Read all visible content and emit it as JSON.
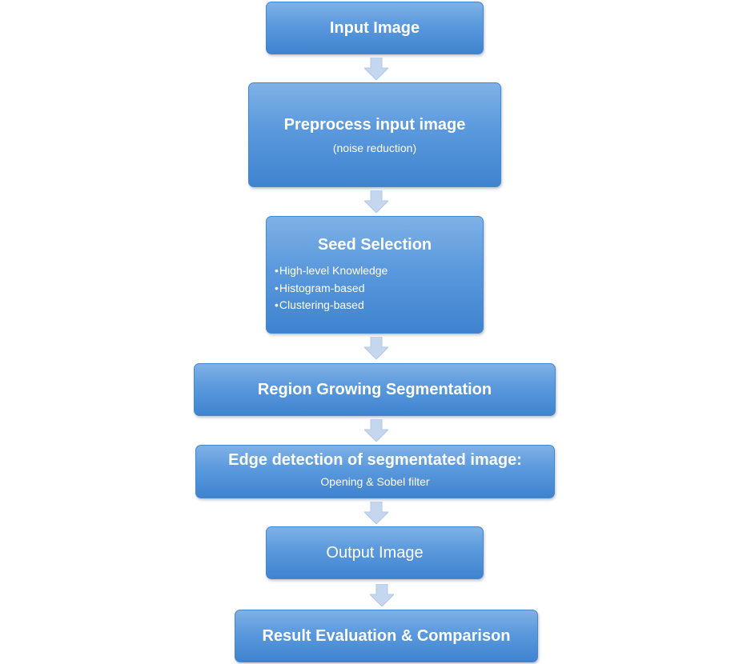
{
  "flowchart": {
    "steps": [
      {
        "title": "Input Image"
      },
      {
        "title": "Preprocess input image",
        "subtitle": "(noise reduction)"
      },
      {
        "title": "Seed Selection",
        "bullets": [
          "High-level Knowledge",
          "Histogram-based",
          "Clustering-based"
        ]
      },
      {
        "title": "Region Growing Segmentation"
      },
      {
        "title": "Edge detection of segmentated image:",
        "subtitle": "Opening & Sobel filter"
      },
      {
        "title": "Output Image"
      },
      {
        "title": "Result Evaluation & Comparison"
      }
    ],
    "bullet_symbol": "•"
  },
  "colors": {
    "box_top": "#7fb1e6",
    "box_bottom": "#3f83cf",
    "arrow_fill": "#c5d7ee",
    "text": "#ffffff"
  }
}
